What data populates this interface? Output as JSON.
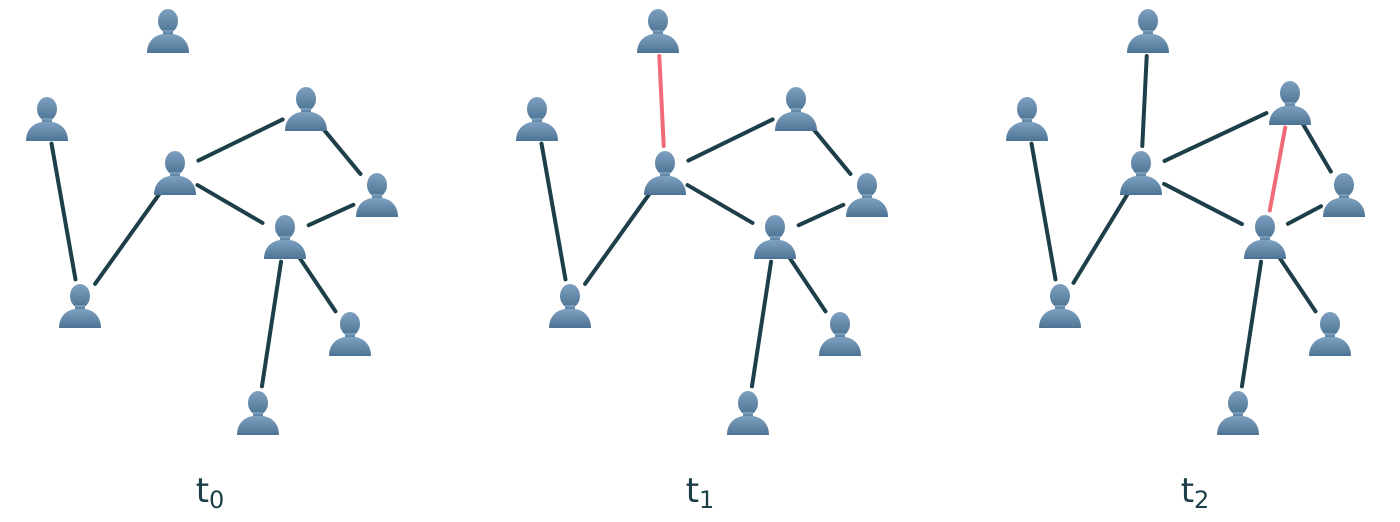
{
  "colors": {
    "background": "#ffffff",
    "edge": "#1c3f49",
    "new_edge": "#ef6b78",
    "person_top": "#7ea1c0",
    "person_bottom": "#4d7394",
    "label": "#1c3f49"
  },
  "node_icon": "person-icon",
  "panels": [
    {
      "id": "t0",
      "label": {
        "base": "t",
        "sub": "0"
      },
      "nodes": [
        "A",
        "B",
        "C",
        "D",
        "E",
        "F",
        "G",
        "H",
        "I"
      ],
      "edges": [
        {
          "from": "B",
          "to": "E",
          "new": false
        },
        {
          "from": "E",
          "to": "C",
          "new": false
        },
        {
          "from": "C",
          "to": "D",
          "new": false
        },
        {
          "from": "D",
          "to": "F",
          "new": false
        },
        {
          "from": "C",
          "to": "G",
          "new": false
        },
        {
          "from": "F",
          "to": "G",
          "new": false
        },
        {
          "from": "G",
          "to": "H",
          "new": false
        },
        {
          "from": "G",
          "to": "I",
          "new": false
        }
      ]
    },
    {
      "id": "t1",
      "label": {
        "base": "t",
        "sub": "1"
      },
      "nodes": [
        "A",
        "B",
        "C",
        "D",
        "E",
        "F",
        "G",
        "H",
        "I"
      ],
      "edges": [
        {
          "from": "A",
          "to": "C",
          "new": true
        },
        {
          "from": "B",
          "to": "E",
          "new": false
        },
        {
          "from": "E",
          "to": "C",
          "new": false
        },
        {
          "from": "C",
          "to": "D",
          "new": false
        },
        {
          "from": "D",
          "to": "F",
          "new": false
        },
        {
          "from": "C",
          "to": "G",
          "new": false
        },
        {
          "from": "F",
          "to": "G",
          "new": false
        },
        {
          "from": "G",
          "to": "H",
          "new": false
        },
        {
          "from": "G",
          "to": "I",
          "new": false
        }
      ]
    },
    {
      "id": "t2",
      "label": {
        "base": "t",
        "sub": "2"
      },
      "nodes": [
        "A",
        "B",
        "C",
        "D",
        "E",
        "F",
        "G",
        "H",
        "I"
      ],
      "edges": [
        {
          "from": "A",
          "to": "C",
          "new": false
        },
        {
          "from": "D",
          "to": "G",
          "new": true
        },
        {
          "from": "B",
          "to": "E",
          "new": false
        },
        {
          "from": "E",
          "to": "C",
          "new": false
        },
        {
          "from": "C",
          "to": "D",
          "new": false
        },
        {
          "from": "D",
          "to": "F",
          "new": false
        },
        {
          "from": "C",
          "to": "G",
          "new": false
        },
        {
          "from": "F",
          "to": "G",
          "new": false
        },
        {
          "from": "G",
          "to": "H",
          "new": false
        },
        {
          "from": "G",
          "to": "I",
          "new": false
        }
      ]
    }
  ]
}
